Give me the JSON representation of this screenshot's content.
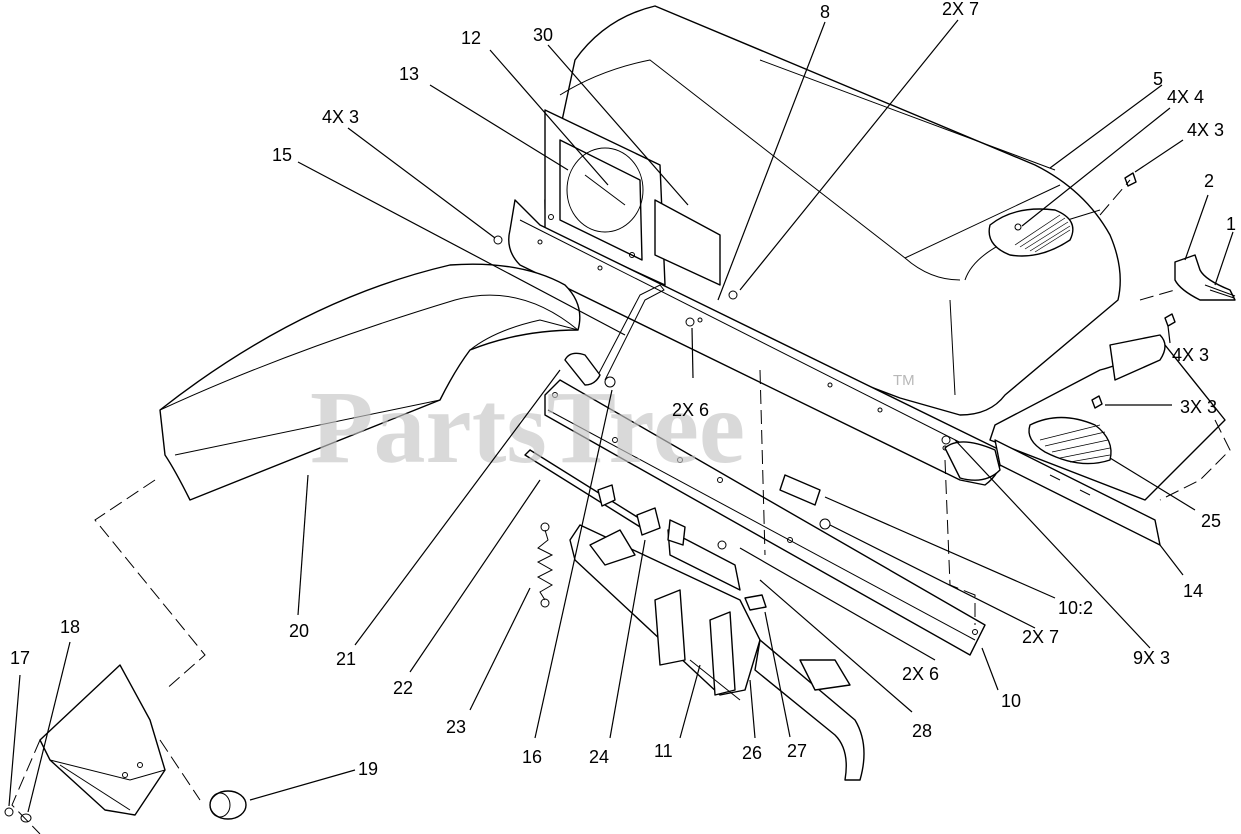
{
  "watermark": {
    "text": "PartsTree",
    "mark": "TM"
  },
  "callouts": {
    "c1": "1",
    "c2": "2",
    "c3_4x": "4X 3",
    "c3_4x_b": "4X 3",
    "c3_4x_c": "4X 3",
    "c3_3x": "3X 3",
    "c4_4x": "4X 4",
    "c5": "5",
    "c7_2x_top": "2X 7",
    "c8": "8",
    "c30": "30",
    "c12": "12",
    "c13": "13",
    "c15": "15",
    "c6_2x_a": "2X 6",
    "c25": "25",
    "c14": "14",
    "c9_9x": "9X 3",
    "c10_2": "10:2",
    "c7_2x_b": "2X 7",
    "c6_2x_b": "2X 6",
    "c10": "10",
    "c28": "28",
    "c27": "27",
    "c26": "26",
    "c11": "11",
    "c24": "24",
    "c16": "16",
    "c23": "23",
    "c22": "22",
    "c21": "21",
    "c20": "20",
    "c18": "18",
    "c17": "17",
    "c19": "19"
  }
}
